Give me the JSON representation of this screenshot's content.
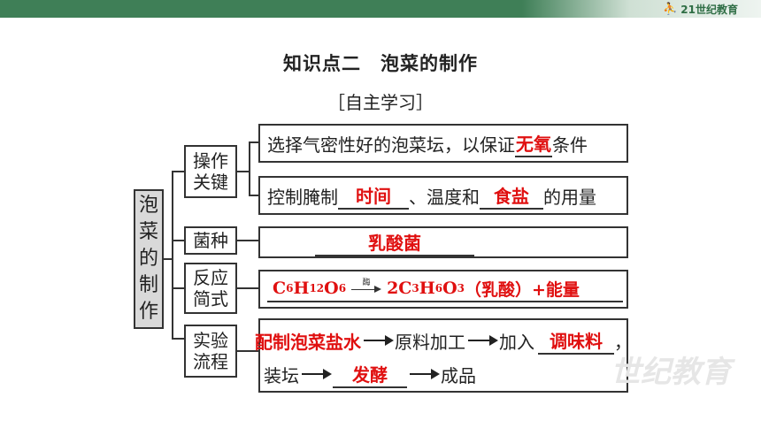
{
  "header": {
    "logo_text": "21世纪教育"
  },
  "title": "知识点二　泡菜的制作",
  "subtitle": "［自主学习］",
  "root_label": [
    "泡",
    "菜",
    "的",
    "制",
    "作"
  ],
  "categories": {
    "key": [
      "操作",
      "关键"
    ],
    "bacteria": "菌种",
    "reaction": [
      "反应",
      "简式"
    ],
    "process": [
      "实验",
      "流程"
    ]
  },
  "rows": {
    "key1": {
      "prefix": "选择气密性好的泡菜坛，以保证",
      "answer": "无氧",
      "suffix": "条件"
    },
    "key2": {
      "prefix": "控制腌制",
      "answer1": "时间",
      "mid": "、温度和",
      "answer2": "食盐",
      "suffix": "的用量"
    },
    "bacteria": {
      "answer": "乳酸菌"
    },
    "reaction": {
      "reactant_c": "C",
      "reactant_c_n": "6",
      "reactant_h": "H",
      "reactant_h_n": "12",
      "reactant_o": "O",
      "reactant_o_n": "6",
      "enzyme": "酶",
      "coef": "2",
      "product_c": "C",
      "product_c_n": "3",
      "product_h": "H",
      "product_h_n": "6",
      "product_o": "O",
      "product_o_n": "3",
      "product_name": "（乳酸）+能量"
    },
    "process1": {
      "answer1": "配制泡菜盐水",
      "step2": "原料加工",
      "step3": "加入",
      "answer2": "调味料",
      "comma": "，"
    },
    "process2": {
      "step1": "装坛",
      "answer": "发酵",
      "step3": "成品"
    }
  },
  "watermark": "世纪教育"
}
